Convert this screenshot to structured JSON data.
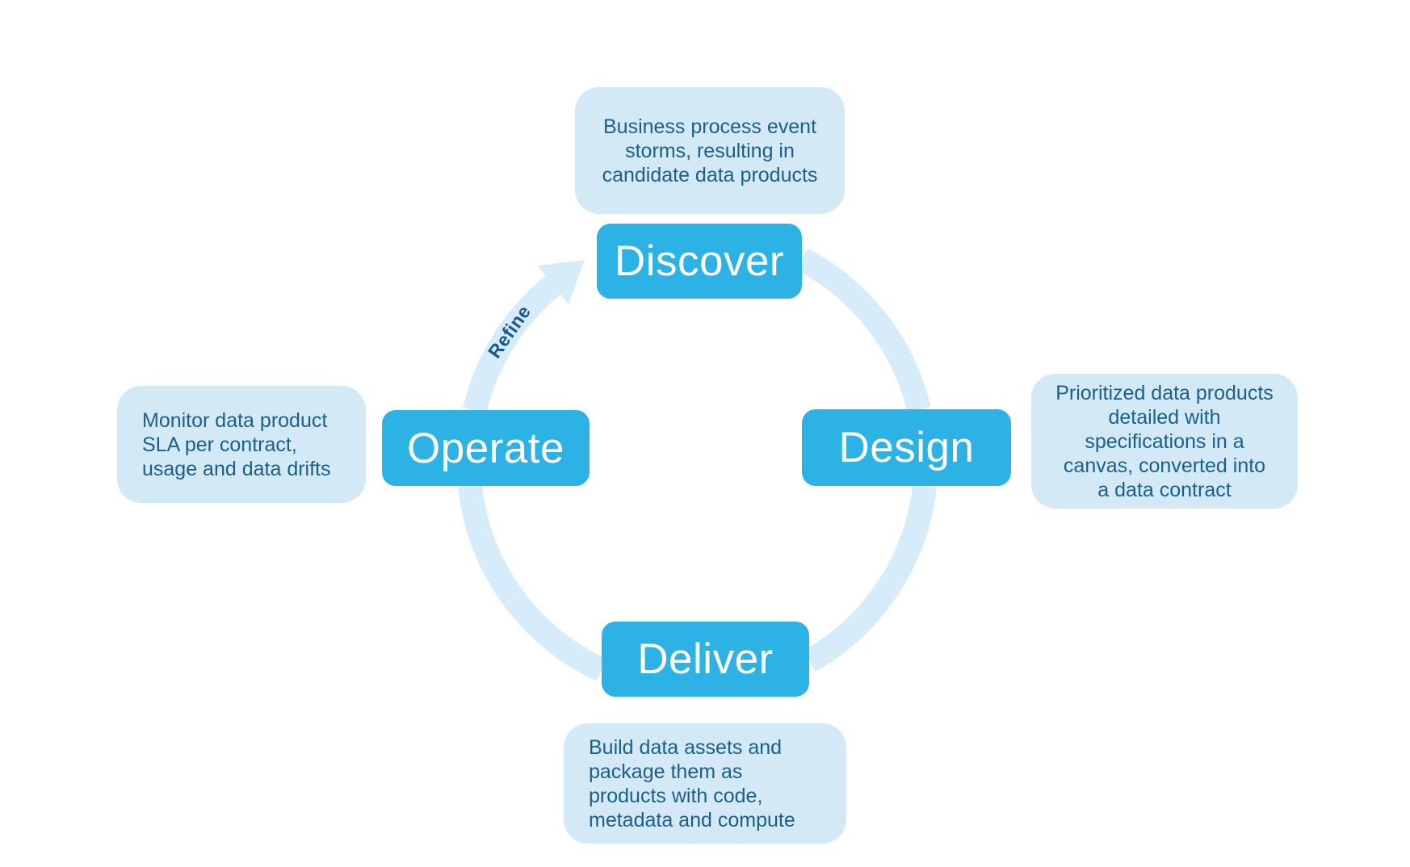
{
  "diagram": {
    "arrow_label": "Refine",
    "stages": [
      {
        "label": "Discover",
        "annotation_position": "top",
        "annotation_lines": [
          "Business process event",
          "storms, resulting in",
          "candidate data products"
        ]
      },
      {
        "label": "Design",
        "annotation_position": "right",
        "annotation_lines": [
          "Prioritized data products",
          "detailed with",
          "specifications in a",
          "canvas, converted into",
          "a data contract"
        ]
      },
      {
        "label": "Deliver",
        "annotation_position": "bottom",
        "annotation_lines": [
          "Build data assets and",
          "package them as",
          "products with code,",
          "metadata and compute"
        ]
      },
      {
        "label": "Operate",
        "annotation_position": "left",
        "annotation_lines": [
          "Monitor data product",
          "SLA per contract,",
          "usage and data drifts"
        ]
      }
    ],
    "colors": {
      "stage_fill": "#2db2e6",
      "stage_text": "#ffffff",
      "annotation_fill": "#d3e9f6",
      "annotation_text": "#1b5f8c",
      "ring": "#d7ecfa",
      "arrow_label_text": "#15588a",
      "background": "#ffffff"
    }
  }
}
